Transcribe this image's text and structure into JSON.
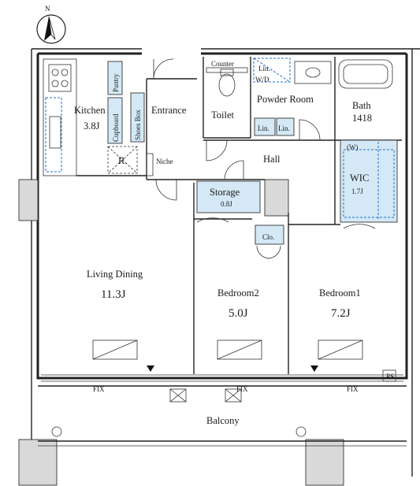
{
  "compass": {
    "label": "N"
  },
  "rooms": {
    "kitchen": {
      "name": "Kitchen",
      "size": "3.8J"
    },
    "pantry": "Pantry",
    "cupboard": "Cupboard",
    "shoes_box": "Shoes Box",
    "entrance": "Entrance",
    "refrigerator": "R.",
    "niche": "Niche",
    "toilet": "Toilet",
    "counter": "Counter",
    "lin_top": "Lin.",
    "wd": "W/D",
    "powder_room": "Powder Room",
    "lin_a": "Lin.",
    "lin_b": "Lin.",
    "bath": {
      "name": "Bath",
      "size": "1418"
    },
    "hall": "Hall",
    "storage": {
      "name": "Storage",
      "size": "0.8J"
    },
    "wic": {
      "name": "WIC",
      "size": "1.7J",
      "tag": "(W)"
    },
    "clo": "Clo.",
    "living_dining": {
      "name": "Living Dining",
      "size": "11.3J"
    },
    "bedroom2": {
      "name": "Bedroom2",
      "size": "5.0J"
    },
    "bedroom1": {
      "name": "Bedroom1",
      "size": "7.2J"
    },
    "balcony": "Balcony",
    "ps": "PS"
  },
  "fix_labels": [
    "FIX",
    "FIX",
    "FIX"
  ],
  "colors": {
    "storage_fill": "#d4e9f5",
    "pillar_fill": "#d9d9d9",
    "dashed_line": "#1f6fd1"
  }
}
